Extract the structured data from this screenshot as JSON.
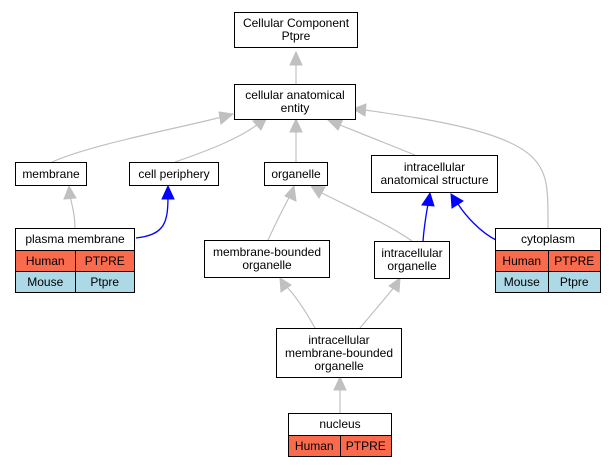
{
  "diagram": {
    "root": {
      "line1": "Cellular Component",
      "line2": "Ptpre"
    },
    "cellular_anatomical_entity": {
      "line1": "cellular anatomical",
      "line2": "entity"
    },
    "membrane": "membrane",
    "cell_periphery": "cell periphery",
    "organelle": "organelle",
    "intracellular_anatomical_structure": {
      "line1": "intracellular",
      "line2": "anatomical structure"
    },
    "plasma_membrane": {
      "label": "plasma membrane",
      "rows": [
        {
          "species": "Human",
          "gene": "PTPRE"
        },
        {
          "species": "Mouse",
          "gene": "Ptpre"
        }
      ]
    },
    "membrane_bounded_organelle": {
      "line1": "membrane-bounded",
      "line2": "organelle"
    },
    "intracellular_organelle": {
      "line1": "intracellular",
      "line2": "organelle"
    },
    "cytoplasm": {
      "label": "cytoplasm",
      "rows": [
        {
          "species": "Human",
          "gene": "PTPRE"
        },
        {
          "species": "Mouse",
          "gene": "Ptpre"
        }
      ]
    },
    "intracellular_membrane_bounded_organelle": {
      "line1": "intracellular",
      "line2": "membrane-bounded",
      "line3": "organelle"
    },
    "nucleus": {
      "label": "nucleus",
      "rows": [
        {
          "species": "Human",
          "gene": "PTPRE"
        }
      ]
    }
  },
  "colors": {
    "gray_edge": "#c0c0c0",
    "blue_edge": "#0000ff",
    "human_row": "#fa6a4d",
    "mouse_row": "#add8e6"
  }
}
